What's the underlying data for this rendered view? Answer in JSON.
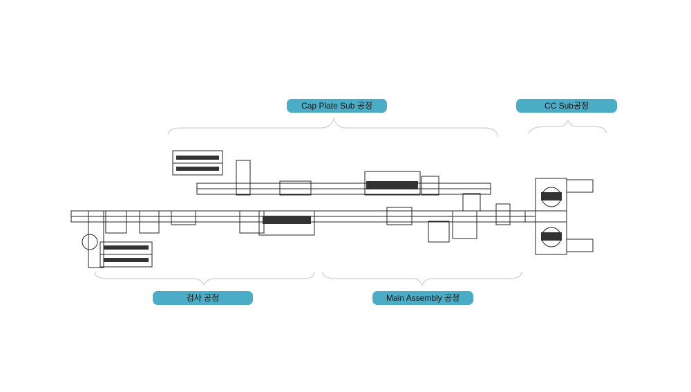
{
  "colors": {
    "label_bg": "#4BACC6",
    "brace": "#cfcfcf",
    "drawing": "#222222"
  },
  "labels": {
    "cap_plate": "Cap Plate Sub 공정",
    "cc_sub": "CC Sub공정",
    "inspection": "검사 공정",
    "main_assembly": "Main Assembly 공정"
  }
}
